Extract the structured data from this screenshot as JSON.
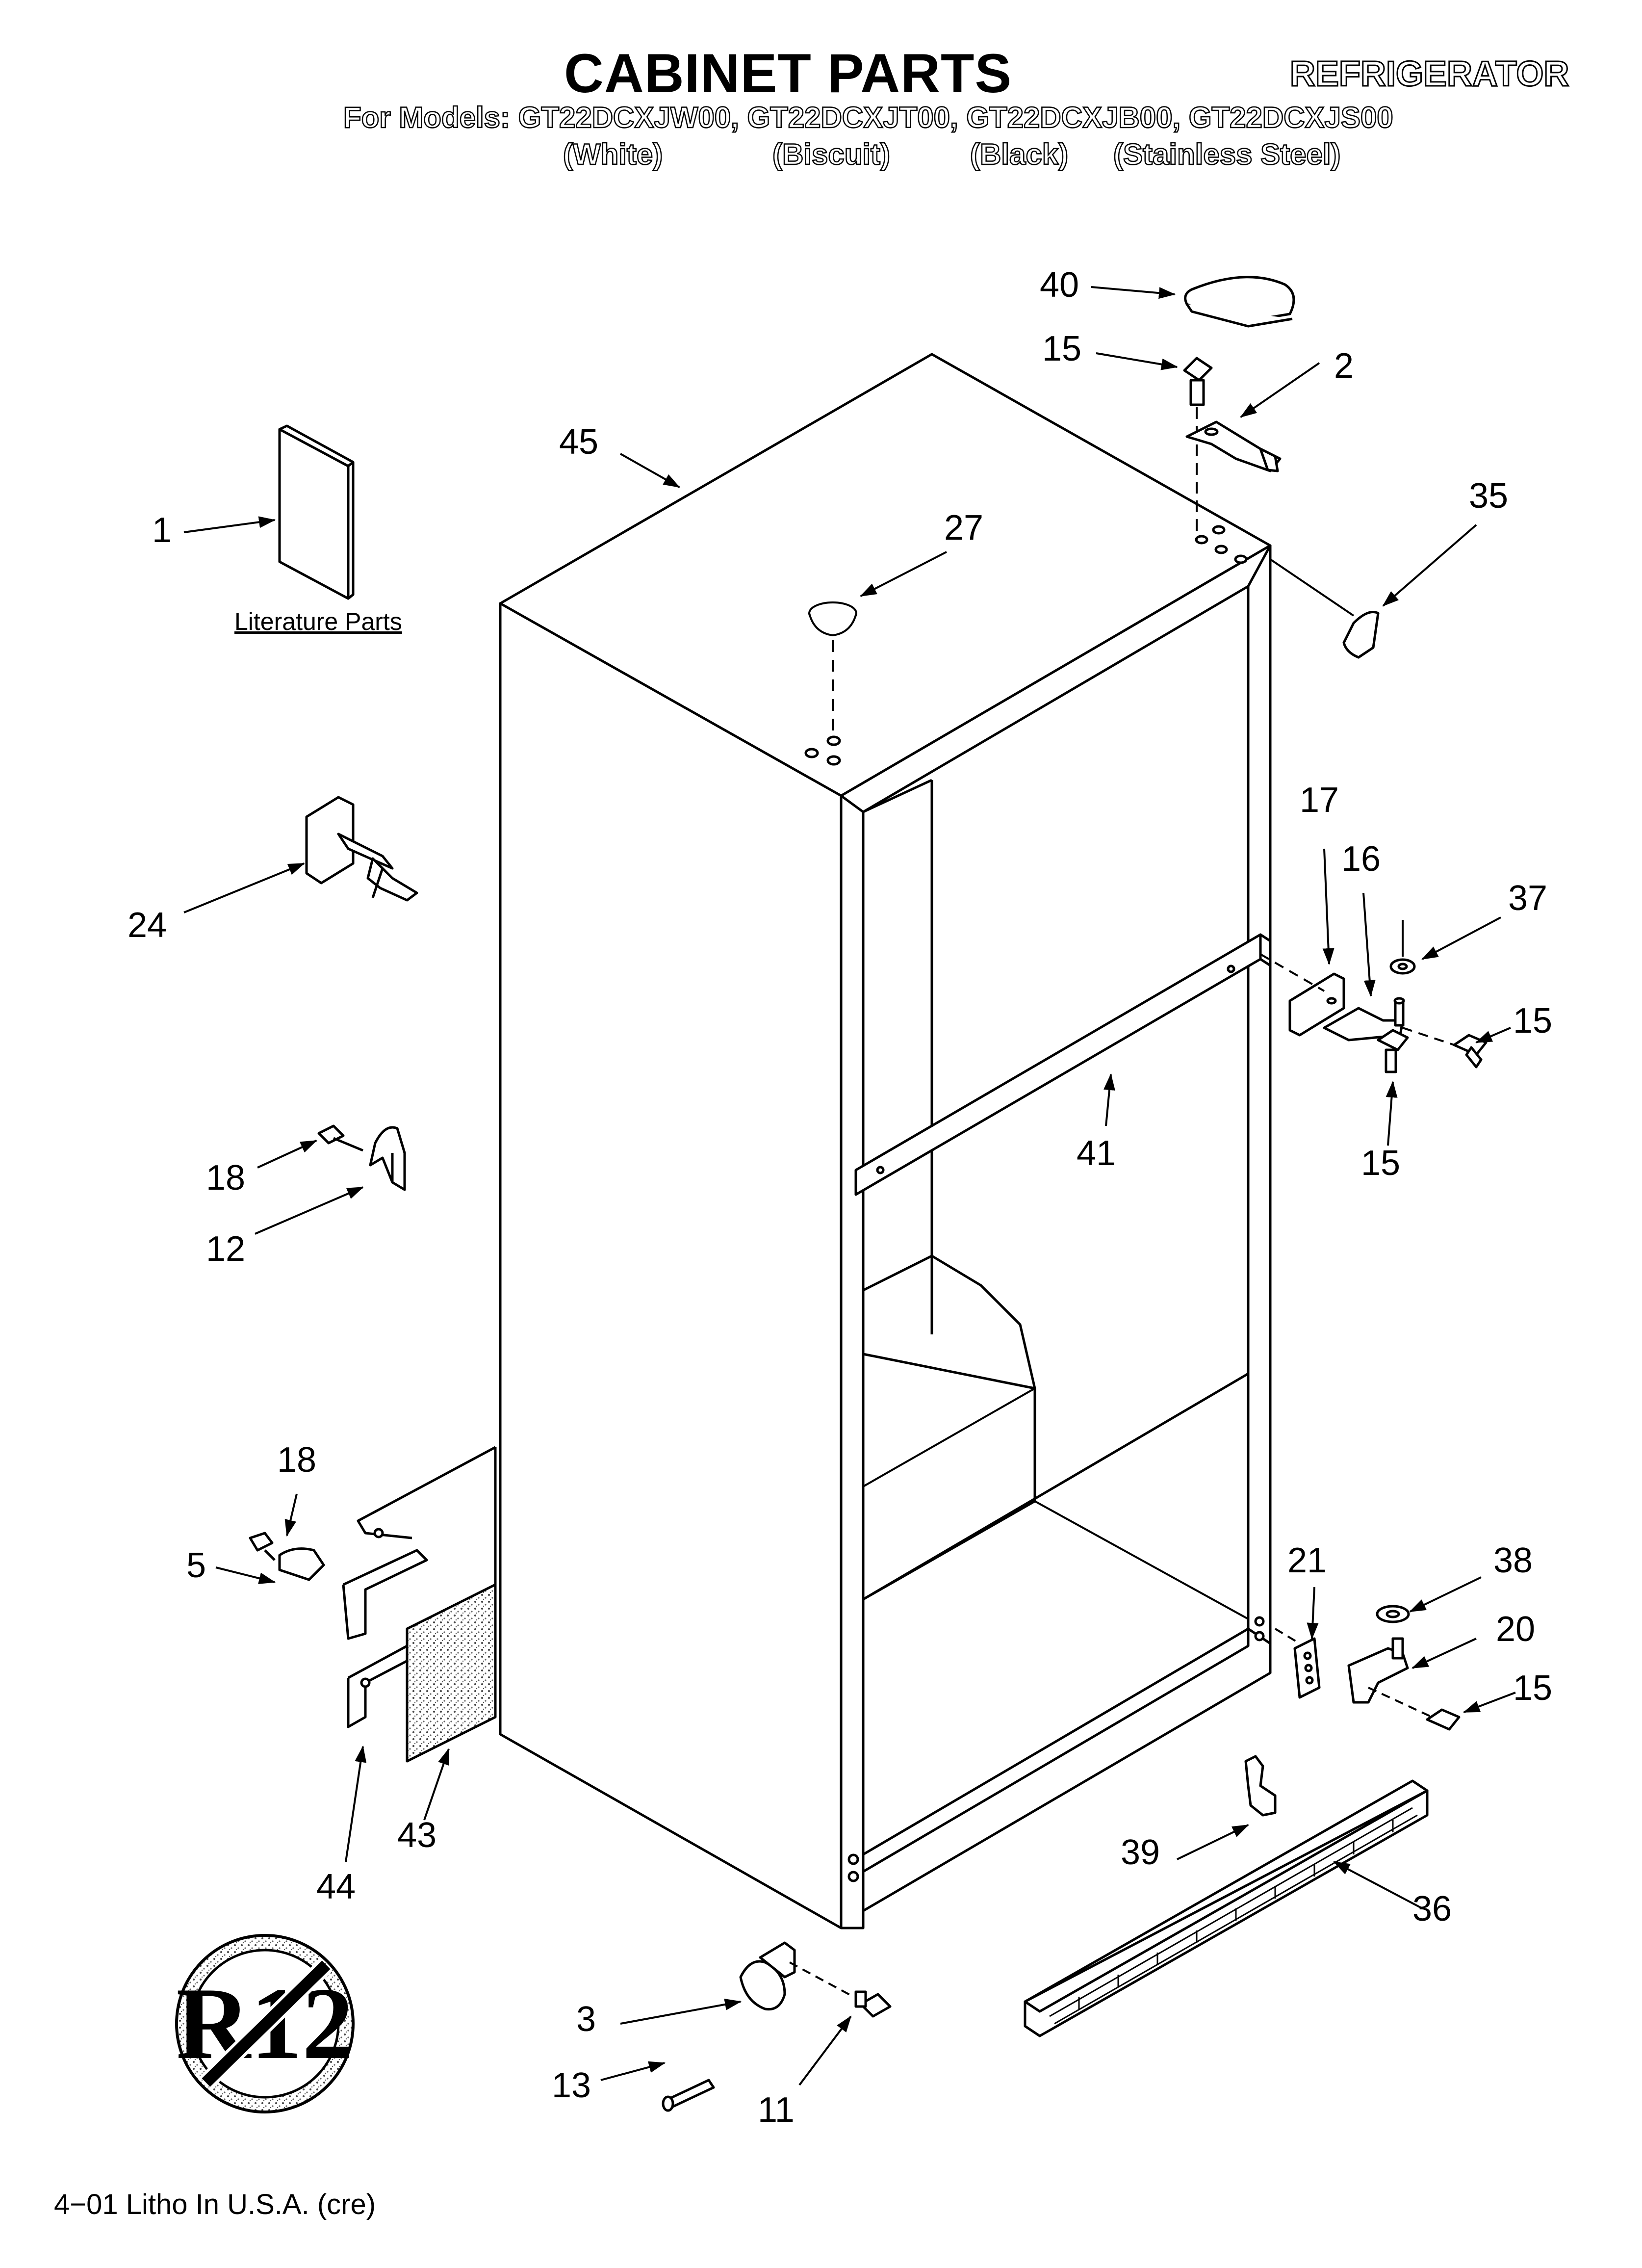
{
  "header": {
    "title": "CABINET PARTS",
    "category": "REFRIGERATOR",
    "models_line": "For Models: GT22DCXJW00, GT22DCXJT00, GT22DCXJB00, GT22DCXJS00",
    "variants": [
      "(White)",
      "(Biscuit)",
      "(Black)",
      "(Stainless Steel)"
    ]
  },
  "literature_label": "Literature Parts",
  "badge_text": "R12",
  "footer": "4−01 Litho In U.S.A. (cre)",
  "callouts": {
    "c1": "1",
    "c2": "2",
    "c3": "3",
    "c5": "5",
    "c11": "11",
    "c12": "12",
    "c13": "13",
    "c15a": "15",
    "c15b": "15",
    "c15c": "15",
    "c15d": "15",
    "c16": "16",
    "c17": "17",
    "c18a": "18",
    "c18b": "18",
    "c20": "20",
    "c21": "21",
    "c24": "24",
    "c27": "27",
    "c35": "35",
    "c36": "36",
    "c37": "37",
    "c38": "38",
    "c39": "39",
    "c40": "40",
    "c41": "41",
    "c43": "43",
    "c44": "44",
    "c45": "45"
  }
}
